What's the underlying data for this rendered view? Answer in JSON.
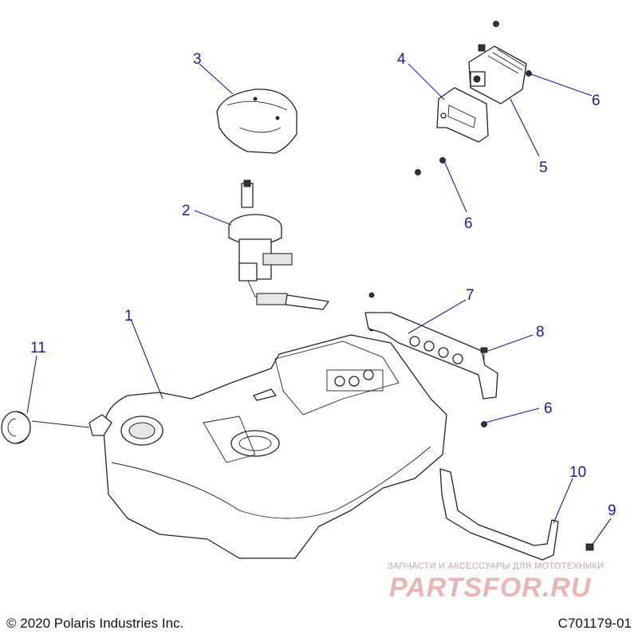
{
  "callouts": {
    "c1": "1",
    "c2": "2",
    "c3": "3",
    "c4": "4",
    "c5": "5",
    "c6a": "6",
    "c6b": "6",
    "c6c": "6",
    "c7": "7",
    "c8": "8",
    "c9": "9",
    "c10": "10",
    "c11": "11"
  },
  "footer": {
    "copyright": "© 2020 Polaris Industries Inc.",
    "drawing_id": "C701179-01"
  },
  "watermark": {
    "tagline": "ЗАПЧАСТИ И АКСЕССУАРЫ ДЛЯ МОТОТЕХНИКИ",
    "brand": "PARTSFOR.RU"
  },
  "colors": {
    "callout": "#1a1aa6",
    "line": "#222222",
    "watermark": "#e8b4b4"
  }
}
